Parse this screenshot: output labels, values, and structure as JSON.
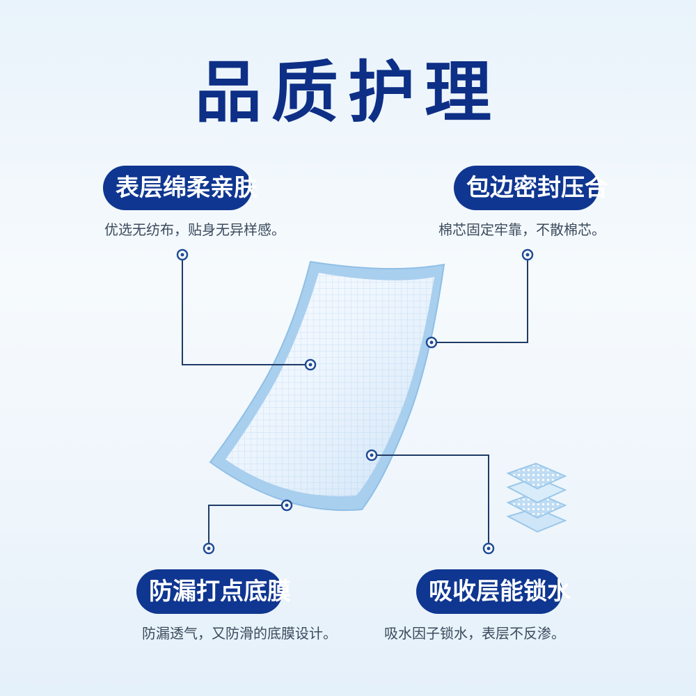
{
  "title": "品质护理",
  "features": [
    {
      "label": "表层绵柔亲肤",
      "desc": "优选无纺布，贴身无异样感。"
    },
    {
      "label": "包边密封压合",
      "desc": "棉芯固定牢靠，不散棉芯。"
    },
    {
      "label": "防漏打点底膜",
      "desc": "防漏透气，又防滑的底膜设计。"
    },
    {
      "label": "吸收层能锁水",
      "desc": "吸水因子锁水，表层不反渗。"
    }
  ],
  "colors": {
    "brand": "#0f3690",
    "line": "#1f3b66",
    "pad_edge": "#a9cfee"
  }
}
